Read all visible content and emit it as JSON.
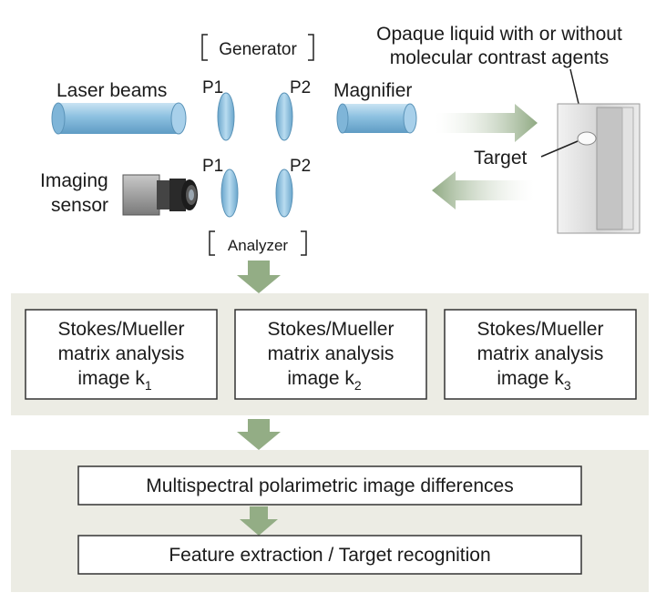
{
  "labels": {
    "generator": "Generator",
    "analyzer": "Analyzer",
    "laser_beams": "Laser beams",
    "magnifier": "Magnifier",
    "imaging_sensor_line1": "Imaging",
    "imaging_sensor_line2": "sensor",
    "p1_top": "P1",
    "p2_top": "P2",
    "p1_bottom": "P1",
    "p2_bottom": "P2",
    "opaque_line1": "Opaque liquid with or without",
    "opaque_line2": "molecular contrast agents",
    "target": "Target"
  },
  "analysis_boxes": [
    {
      "line1": "Stokes/Mueller",
      "line2": "matrix analysis",
      "line3": "image k",
      "sub": "1"
    },
    {
      "line1": "Stokes/Mueller",
      "line2": "matrix analysis",
      "line3": "image k",
      "sub": "2"
    },
    {
      "line1": "Stokes/Mueller",
      "line2": "matrix analysis",
      "line3": "image k",
      "sub": "3"
    }
  ],
  "steps": {
    "differences": "Multispectral polarimetric image differences",
    "recognition": "Feature extraction / Target recognition"
  },
  "colors": {
    "cylinder": "#8cc0e0",
    "cylinder_edge": "#5a93b8",
    "arrow_green": "#93ad85",
    "panel_bg": "#ecece4",
    "box_border": "#333333"
  }
}
